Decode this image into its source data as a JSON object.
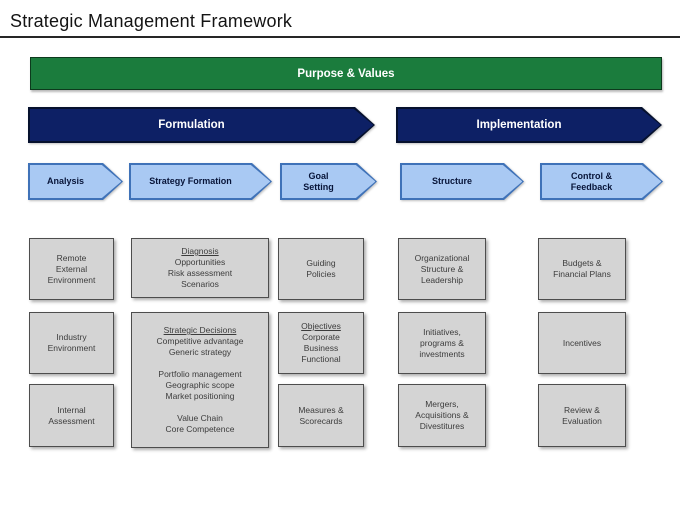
{
  "title": "Strategic Management Framework",
  "banner": {
    "label": "Purpose & Values"
  },
  "phases": [
    {
      "label": "Formulation"
    },
    {
      "label": "Implementation"
    }
  ],
  "steps": [
    {
      "lines": [
        "Analysis"
      ]
    },
    {
      "lines": [
        "Strategy Formation"
      ]
    },
    {
      "lines": [
        "Goal",
        "Setting"
      ]
    },
    {
      "lines": [
        "Structure"
      ]
    },
    {
      "lines": [
        "Control &",
        "Feedback"
      ]
    }
  ],
  "columns": [
    {
      "boxes": [
        {
          "lines": [
            "Remote",
            "External",
            "Environment"
          ]
        },
        {
          "lines": [
            "Industry",
            "Environment"
          ]
        },
        {
          "lines": [
            "Internal",
            "Assessment"
          ]
        }
      ]
    },
    {
      "boxes": [
        {
          "lines": [
            {
              "t": "Diagnosis",
              "u": true
            },
            "Opportunities",
            "Risk assessment",
            "Scenarios"
          ]
        },
        {
          "lines": [
            {
              "t": "Strategic Decisions",
              "u": true
            },
            "Competitive advantage",
            "Generic strategy",
            "",
            "Portfolio management",
            "Geographic scope",
            "Market positioning",
            "",
            "Value Chain",
            "Core Competence"
          ]
        }
      ]
    },
    {
      "boxes": [
        {
          "lines": [
            "Guiding",
            "Policies"
          ]
        },
        {
          "lines": [
            {
              "t": "Objectives",
              "u": true
            },
            "Corporate",
            "Business",
            "Functional"
          ]
        },
        {
          "lines": [
            "Measures &",
            "Scorecards"
          ]
        }
      ]
    },
    {
      "boxes": [
        {
          "lines": [
            "Organizational",
            "Structure &",
            "Leadership"
          ]
        },
        {
          "lines": [
            "Initiatives,",
            "programs &",
            "investments"
          ]
        },
        {
          "lines": [
            "Mergers,",
            "Acquisitions &",
            "Divestitures"
          ]
        }
      ]
    },
    {
      "boxes": [
        {
          "lines": [
            "Budgets &",
            "Financial Plans"
          ]
        },
        {
          "lines": [
            "Incentives"
          ]
        },
        {
          "lines": [
            "Review &",
            "Evaluation"
          ]
        }
      ]
    }
  ],
  "colors": {
    "title_text": "#141414",
    "rule": "#262626",
    "banner_green": "#1b7c3d",
    "banner_border": "#0d3a1d",
    "phase_navy": "#0d2065",
    "phase_border": "#06112e",
    "step_fill": "#a9c9f3",
    "step_border": "#3f72b8",
    "step_text": "#081539",
    "box_fill": "#d4d4d4",
    "box_border": "#4d4d4d",
    "box_text": "#3c3c3c"
  }
}
